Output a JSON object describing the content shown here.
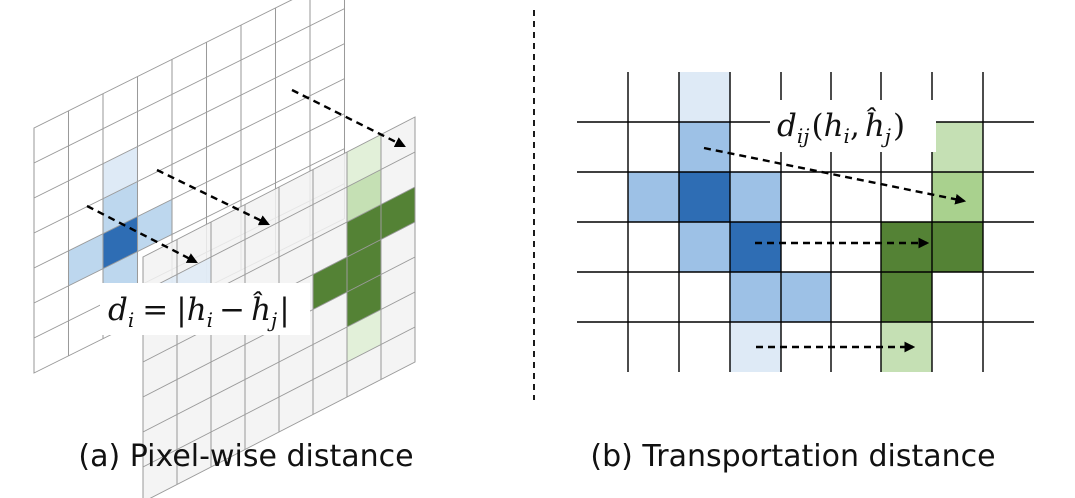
{
  "panel_a": {
    "caption": "(a) Pixel-wise distance",
    "formula": {
      "d": "d",
      "d_sub": "i",
      "eq": "=",
      "bar": "|",
      "h1": "h",
      "h1_sub": "i",
      "minus": "−",
      "h2": "ĥ",
      "h2_sub": "j"
    }
  },
  "panel_b": {
    "caption": "(b) Transportation distance",
    "formula": {
      "d": "d",
      "d_sub": "ij",
      "lp": "(",
      "h1": "h",
      "h1_sub": "i",
      "comma": ",",
      "h2": "ĥ",
      "h2_sub": "j",
      "rp": ")"
    }
  },
  "colors": {
    "dark_blue": "#2E6DB4",
    "mid_blue": "#9DC1E6",
    "pale_blue": "#DEEAF6",
    "light_blue": "#BDD7EE",
    "dark_green": "#548235",
    "mid_green": "#A9D18E",
    "light_green": "#C5E0B4",
    "pale_green": "#E2F0D9",
    "grid_line": "#000000"
  }
}
